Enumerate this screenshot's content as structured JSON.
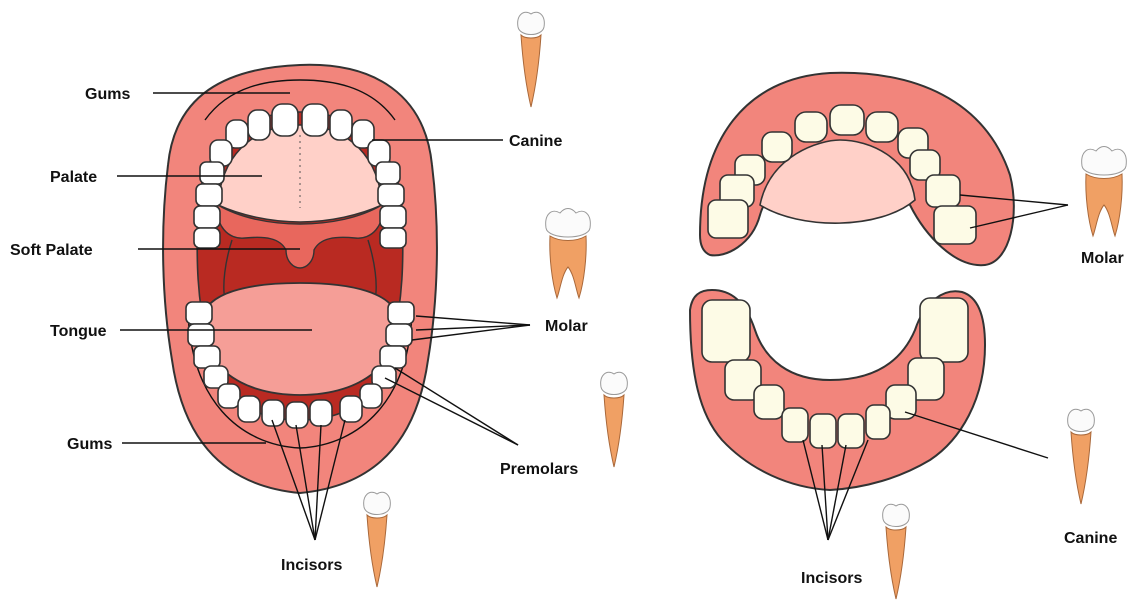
{
  "left_diagram": {
    "labels": {
      "gums_top": "Gums",
      "palate": "Palate",
      "soft_palate": "Soft Palate",
      "tongue": "Tongue",
      "gums_bottom": "Gums",
      "canine": "Canine",
      "molar": "Molar",
      "premolars": "Premolars",
      "incisors": "Incisors"
    }
  },
  "right_diagram": {
    "labels": {
      "molar": "Molar",
      "canine": "Canine",
      "incisors": "Incisors"
    }
  },
  "colors": {
    "gum": "#f2857c",
    "tooth": "#ffffff",
    "throat": "#b92a22",
    "root": "#f0a064"
  }
}
